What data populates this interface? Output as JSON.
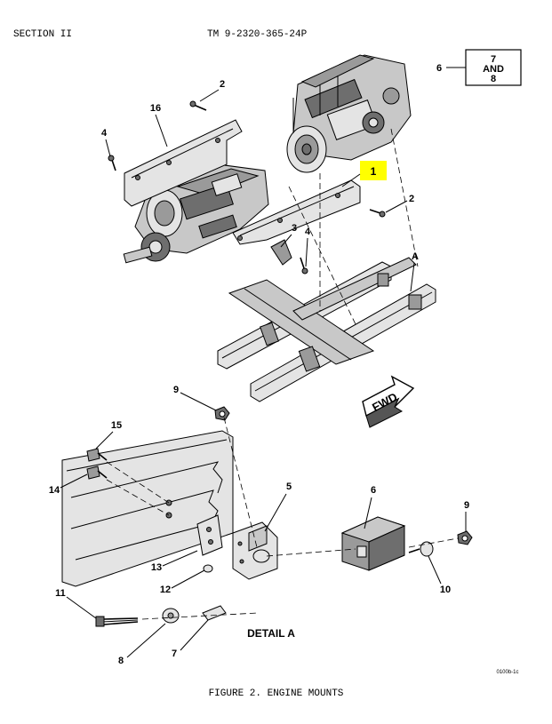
{
  "header": {
    "section": "SECTION  II",
    "tm_number": "TM 9-2320-365-24P"
  },
  "reference_box": {
    "callout": "6",
    "line1": "7",
    "line2": "AND",
    "line3": "8"
  },
  "callouts_upper": {
    "item_1": "1",
    "item_2_top": "2",
    "item_2_right": "2",
    "item_3": "3",
    "item_4_left": "4",
    "item_4_mid": "4",
    "item_16": "16",
    "item_A": "A"
  },
  "fwd_arrow": "FWD",
  "callouts_detail": {
    "item_5": "5",
    "item_6": "6",
    "item_7": "7",
    "item_8": "8",
    "item_9_top": "9",
    "item_9_right": "9",
    "item_10": "10",
    "item_11": "11",
    "item_12": "12",
    "item_13": "13",
    "item_14": "14",
    "item_15": "15"
  },
  "detail_label": "DETAIL A",
  "image_code": "0100b-1c",
  "caption": "FIGURE 2.   ENGINE MOUNTS",
  "highlight_color": "#ffff00"
}
